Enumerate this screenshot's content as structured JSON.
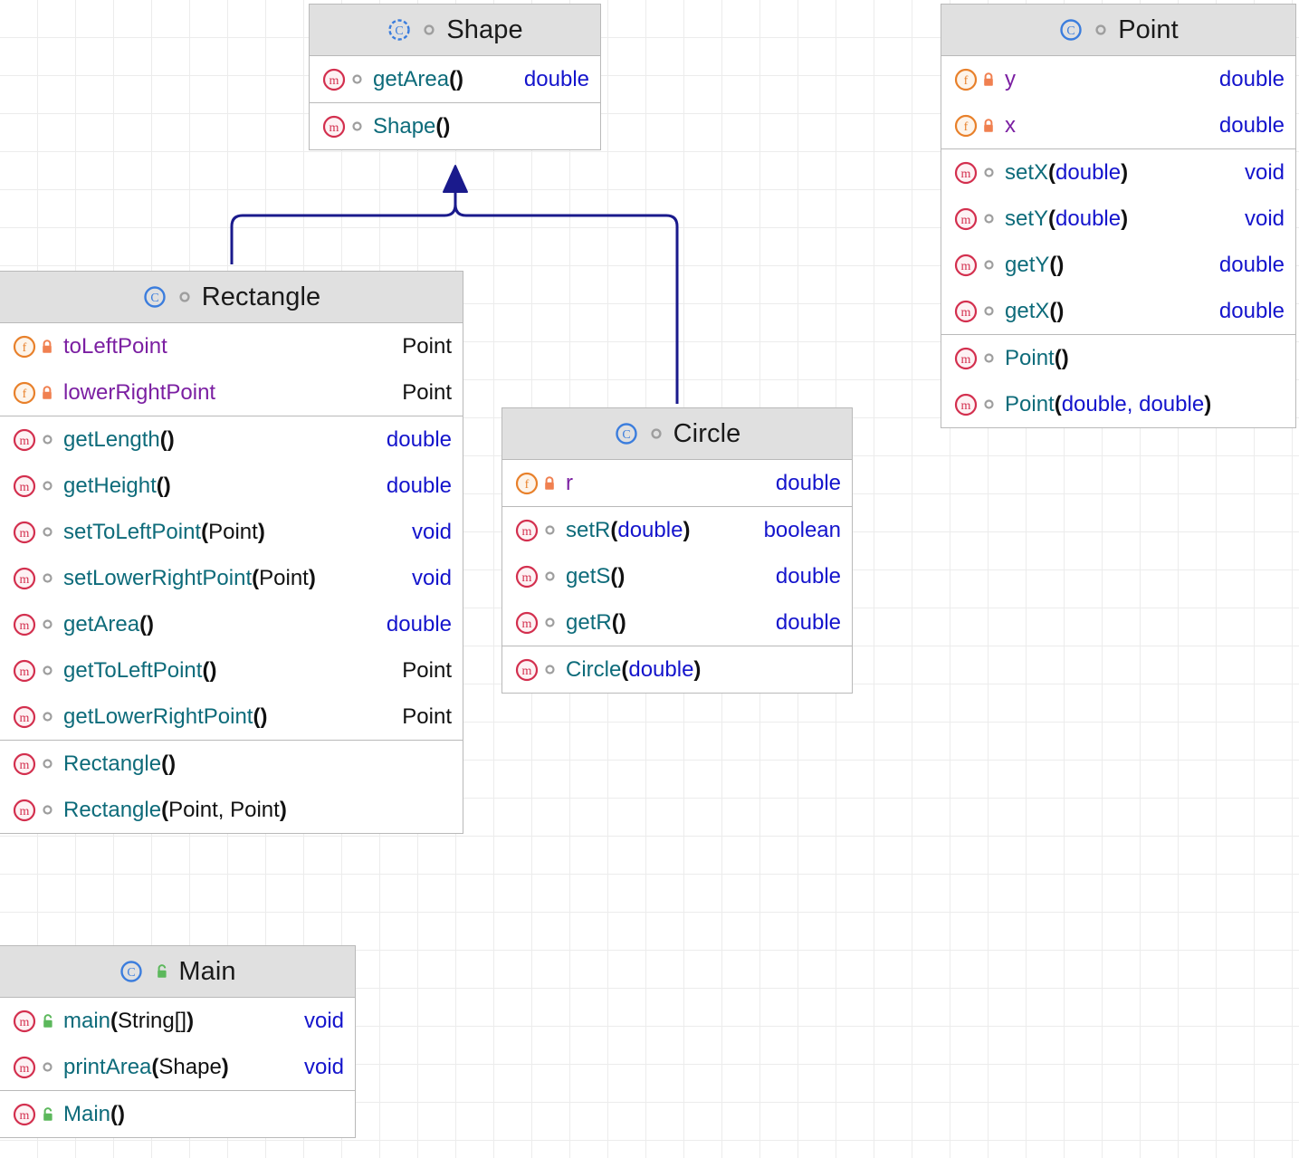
{
  "diagram": {
    "kind": "uml-class-diagram",
    "background": "#ffffff",
    "grid_color": "#ececec",
    "link_color": "#1a1a8c",
    "header_fill": "#e0e0e0",
    "border_color": "#b9b9b9"
  },
  "icons": {
    "class_abstract": "class-abstract-icon",
    "class_concrete": "class-icon",
    "method": "method-icon",
    "field": "field-icon",
    "vis_package": "package-private-icon",
    "vis_private": "private-lock-icon",
    "vis_public": "public-unlock-icon"
  },
  "classes": [
    {
      "id": "shape",
      "name": "Shape",
      "abstract": true,
      "visibility": "package",
      "sections": [
        {
          "members": [
            {
              "kind": "method",
              "visibility": "package",
              "name": "getArea",
              "params": "",
              "return": "double",
              "return_kind": "prim"
            }
          ]
        },
        {
          "members": [
            {
              "kind": "method",
              "visibility": "package",
              "name": "Shape",
              "params": "",
              "return": "",
              "return_kind": "none"
            }
          ]
        }
      ]
    },
    {
      "id": "point",
      "name": "Point",
      "abstract": false,
      "visibility": "package",
      "sections": [
        {
          "members": [
            {
              "kind": "field",
              "visibility": "private",
              "name": "y",
              "params": null,
              "return": "double",
              "return_kind": "prim"
            },
            {
              "kind": "field",
              "visibility": "private",
              "name": "x",
              "params": null,
              "return": "double",
              "return_kind": "prim"
            }
          ]
        },
        {
          "members": [
            {
              "kind": "method",
              "visibility": "package",
              "name": "setX",
              "params": "double",
              "params_kind": "prim",
              "return": "void",
              "return_kind": "prim"
            },
            {
              "kind": "method",
              "visibility": "package",
              "name": "setY",
              "params": "double",
              "params_kind": "prim",
              "return": "void",
              "return_kind": "prim"
            },
            {
              "kind": "method",
              "visibility": "package",
              "name": "getY",
              "params": "",
              "return": "double",
              "return_kind": "prim"
            },
            {
              "kind": "method",
              "visibility": "package",
              "name": "getX",
              "params": "",
              "return": "double",
              "return_kind": "prim"
            }
          ]
        },
        {
          "members": [
            {
              "kind": "method",
              "visibility": "package",
              "name": "Point",
              "params": "",
              "return": "",
              "return_kind": "none"
            },
            {
              "kind": "method",
              "visibility": "package",
              "name": "Point",
              "params": "double, double",
              "params_kind": "prim",
              "return": "",
              "return_kind": "none"
            }
          ]
        }
      ]
    },
    {
      "id": "rectangle",
      "name": "Rectangle",
      "abstract": false,
      "visibility": "package",
      "sections": [
        {
          "members": [
            {
              "kind": "field",
              "visibility": "private",
              "name": "toLeftPoint",
              "params": null,
              "return": "Point",
              "return_kind": "ref"
            },
            {
              "kind": "field",
              "visibility": "private",
              "name": "lowerRightPoint",
              "params": null,
              "return": "Point",
              "return_kind": "ref"
            }
          ]
        },
        {
          "members": [
            {
              "kind": "method",
              "visibility": "package",
              "name": "getLength",
              "params": "",
              "return": "double",
              "return_kind": "prim"
            },
            {
              "kind": "method",
              "visibility": "package",
              "name": "getHeight",
              "params": "",
              "return": "double",
              "return_kind": "prim"
            },
            {
              "kind": "method",
              "visibility": "package",
              "name": "setToLeftPoint",
              "params": "Point",
              "params_kind": "ref",
              "return": "void",
              "return_kind": "prim"
            },
            {
              "kind": "method",
              "visibility": "package",
              "name": "setLowerRightPoint",
              "params": "Point",
              "params_kind": "ref",
              "return": "void",
              "return_kind": "prim"
            },
            {
              "kind": "method",
              "visibility": "package",
              "name": "getArea",
              "params": "",
              "return": "double",
              "return_kind": "prim"
            },
            {
              "kind": "method",
              "visibility": "package",
              "name": "getToLeftPoint",
              "params": "",
              "return": "Point",
              "return_kind": "ref"
            },
            {
              "kind": "method",
              "visibility": "package",
              "name": "getLowerRightPoint",
              "params": "",
              "return": "Point",
              "return_kind": "ref"
            }
          ]
        },
        {
          "members": [
            {
              "kind": "method",
              "visibility": "package",
              "name": "Rectangle",
              "params": "",
              "return": "",
              "return_kind": "none"
            },
            {
              "kind": "method",
              "visibility": "package",
              "name": "Rectangle",
              "params": "Point, Point",
              "params_kind": "ref",
              "return": "",
              "return_kind": "none"
            }
          ]
        }
      ]
    },
    {
      "id": "circle",
      "name": "Circle",
      "abstract": false,
      "visibility": "package",
      "sections": [
        {
          "members": [
            {
              "kind": "field",
              "visibility": "private",
              "name": "r",
              "params": null,
              "return": "double",
              "return_kind": "prim"
            }
          ]
        },
        {
          "members": [
            {
              "kind": "method",
              "visibility": "package",
              "name": "setR",
              "params": "double",
              "params_kind": "prim",
              "return": "boolean",
              "return_kind": "prim"
            },
            {
              "kind": "method",
              "visibility": "package",
              "name": "getS",
              "params": "",
              "return": "double",
              "return_kind": "prim"
            },
            {
              "kind": "method",
              "visibility": "package",
              "name": "getR",
              "params": "",
              "return": "double",
              "return_kind": "prim"
            }
          ]
        },
        {
          "members": [
            {
              "kind": "method",
              "visibility": "package",
              "name": "Circle",
              "params": "double",
              "params_kind": "prim",
              "return": "",
              "return_kind": "none"
            }
          ]
        }
      ]
    },
    {
      "id": "main",
      "name": "Main",
      "abstract": false,
      "visibility": "public",
      "sections": [
        {
          "members": [
            {
              "kind": "method",
              "visibility": "public",
              "name": "main",
              "params": "String[]",
              "params_kind": "ref",
              "return": "void",
              "return_kind": "prim"
            },
            {
              "kind": "method",
              "visibility": "package",
              "name": "printArea",
              "params": "Shape",
              "params_kind": "ref",
              "return": "void",
              "return_kind": "prim"
            }
          ]
        },
        {
          "members": [
            {
              "kind": "method",
              "visibility": "public",
              "name": "Main",
              "params": "",
              "return": "",
              "return_kind": "none"
            }
          ]
        }
      ]
    }
  ],
  "relations": [
    {
      "type": "generalization",
      "from": "Rectangle",
      "to": "Shape"
    },
    {
      "type": "generalization",
      "from": "Circle",
      "to": "Shape"
    }
  ]
}
